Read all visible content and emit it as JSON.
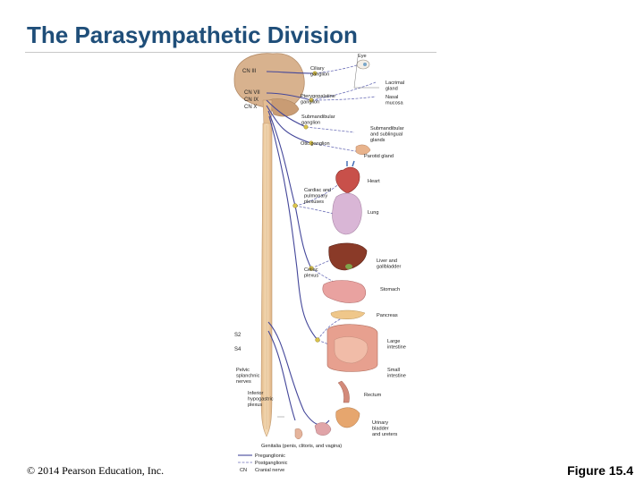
{
  "slide": {
    "title": "The Parasympathetic Division",
    "copyright": "© 2014 Pearson Education, Inc.",
    "figure": "Figure 15.4"
  },
  "nerves": {
    "cn3": "CN III",
    "cn7": "CN VII",
    "cn9": "CN IX",
    "cn10": "CN X",
    "s2": "S2",
    "s4": "S4"
  },
  "labels": {
    "eye": "Eye",
    "ciliary": [
      "Ciliary",
      "ganglion"
    ],
    "lacrimal": [
      "Lacrimal",
      "gland"
    ],
    "nasal": [
      "Nasal",
      "mucosa"
    ],
    "pterygopalatine": [
      "Pterygopalatine",
      "ganglion"
    ],
    "submandibular_ganglion": [
      "Submandibular",
      "ganglion"
    ],
    "submandibular_glands": [
      "Submandibular",
      "and sublingual",
      "glands"
    ],
    "otic": "Otic ganglion",
    "parotid": "Parotid gland",
    "heart": "Heart",
    "cardiac": [
      "Cardiac and",
      "pulmonary",
      "plexuses"
    ],
    "lung": "Lung",
    "liver": [
      "Liver and",
      "gallbladder"
    ],
    "celiac": [
      "Celiac",
      "plexus"
    ],
    "stomach": "Stomach",
    "pancreas": "Pancreas",
    "large_intestine": [
      "Large",
      "intestine"
    ],
    "small_intestine": [
      "Small",
      "intestine"
    ],
    "pelvic": [
      "Pelvic",
      "splanchnic",
      "nerves"
    ],
    "rectum": "Rectum",
    "inferior": [
      "Inferior",
      "hypogastric",
      "plexus"
    ],
    "bladder": [
      "Urinary",
      "bladder",
      "and ureters"
    ],
    "genitalia": "Genitalia (penis, clitoris, and vagina)"
  },
  "legend": {
    "pre": "Preganglionic",
    "post": "Postganglionic",
    "cn_key": "CN",
    "cn_text": "Cranial nerve"
  },
  "colors": {
    "title": "#1f4e79",
    "nerve": "#44479a",
    "spinal_cord": "#e9c79a",
    "brain": "#d8b28e",
    "ganglion": "#d9c24a"
  }
}
